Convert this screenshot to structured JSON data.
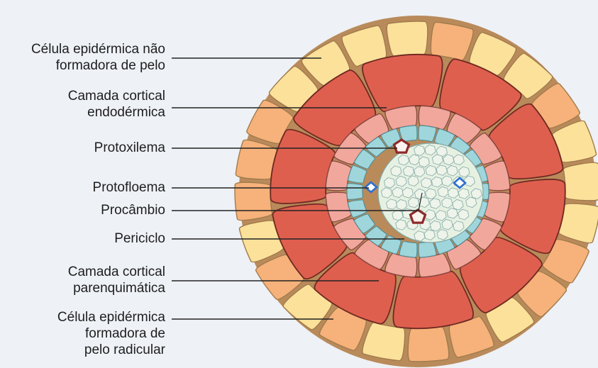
{
  "labels": [
    {
      "id": "nonhair-epidermal",
      "lines": [
        "Célula epidérmica não",
        "formadora de pelo"
      ]
    },
    {
      "id": "endodermal-cortex",
      "lines": [
        "Camada cortical",
        "endodérmica"
      ]
    },
    {
      "id": "protoxylem",
      "lines": [
        "Protoxilema"
      ]
    },
    {
      "id": "protophloem",
      "lines": [
        "Protofloema"
      ]
    },
    {
      "id": "procambium",
      "lines": [
        "Procâmbio"
      ]
    },
    {
      "id": "pericycle",
      "lines": [
        "Periciclo"
      ]
    },
    {
      "id": "parenchyma-cortex",
      "lines": [
        "Camada cortical",
        "parenquimática"
      ]
    },
    {
      "id": "hair-epidermal",
      "lines": [
        "Célula epidérmica",
        "formadora de",
        "pelo radicular"
      ]
    }
  ],
  "colors": {
    "background": "#eef1f6",
    "epidermis_pale": "#fbe19a",
    "epidermis_orange": "#f6b27a",
    "cortex": "#df5f4f",
    "endodermis": "#f2a79c",
    "pericycle": "#9fd6dc",
    "procambium": "#e6f1e2",
    "protoxylem": "#8e2a2a",
    "protophloem": "#2c6fcf",
    "outline": "#6d3a2c",
    "leader": "#222222"
  }
}
